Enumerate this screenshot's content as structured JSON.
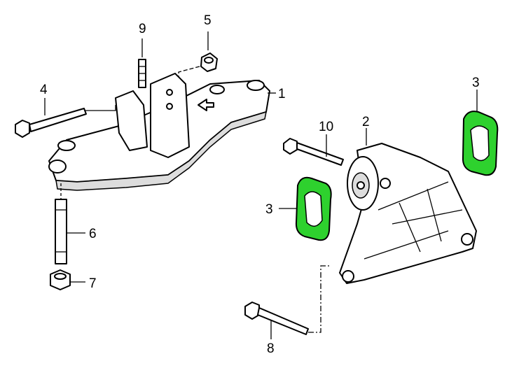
{
  "diagram": {
    "callouts": {
      "bracket": "1",
      "mount": "2",
      "gasket_right": "3",
      "gasket_left": "3",
      "bolt_left": "4",
      "nut_top": "5",
      "stud_lower": "6",
      "nut_lower": "7",
      "bolt_lower": "8",
      "stud_top": "9",
      "bolt_mount": "10"
    },
    "colors": {
      "gasket": "#2ed12e",
      "outline": "#000000"
    }
  }
}
